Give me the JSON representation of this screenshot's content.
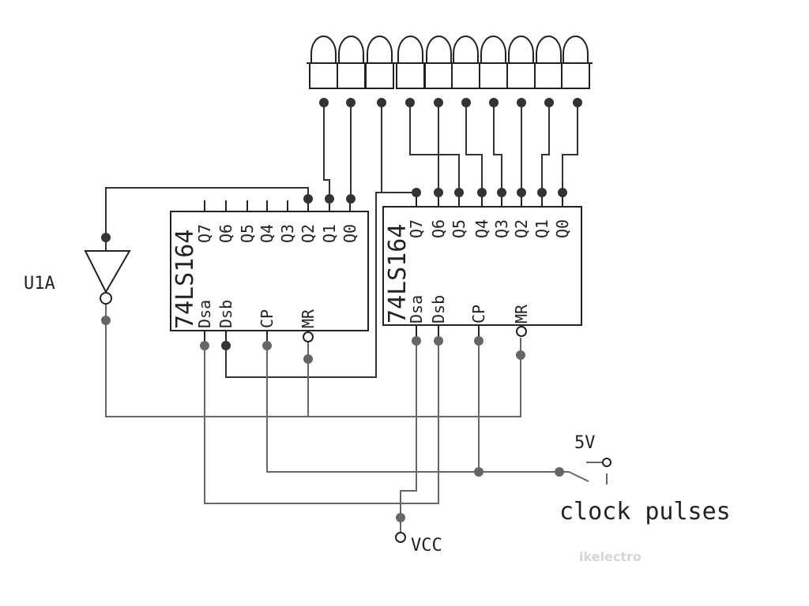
{
  "chips": [
    {
      "part": "74LS164",
      "outputs": [
        "Q7",
        "Q6",
        "Q5",
        "Q4",
        "Q3",
        "Q2",
        "Q1",
        "Q0"
      ],
      "inputs": [
        "Dsa",
        "Dsb",
        "CP",
        "MR"
      ]
    },
    {
      "part": "74LS164",
      "outputs": [
        "Q7",
        "Q6",
        "Q5",
        "Q4",
        "Q3",
        "Q2",
        "Q1",
        "Q0"
      ],
      "inputs": [
        "Dsa",
        "Dsb",
        "CP",
        "MR"
      ]
    }
  ],
  "inverter": {
    "label": "U1A"
  },
  "supply": {
    "label": "VCC"
  },
  "switch": {
    "voltage": "5V",
    "label": "clock pulses"
  },
  "leds": {
    "count": 10
  },
  "watermark": "ikelectro"
}
